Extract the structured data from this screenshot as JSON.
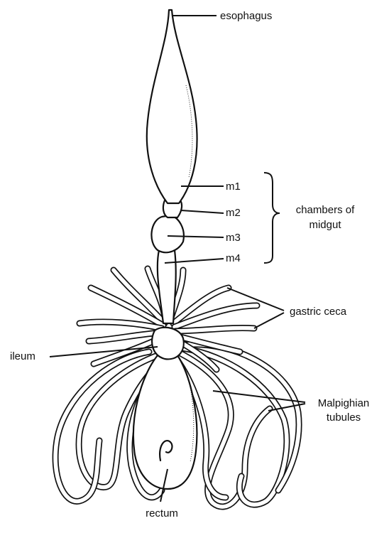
{
  "labels": {
    "esophagus": "esophagus",
    "m1": "m1",
    "m2": "m2",
    "m3": "m3",
    "m4": "m4",
    "chambers_line1": "chambers of",
    "chambers_line2": "midgut",
    "gastric_ceca": "gastric ceca",
    "ileum": "ileum",
    "malpighian_line1": "Malpighian",
    "malpighian_line2": "tubules",
    "rectum": "rectum"
  }
}
